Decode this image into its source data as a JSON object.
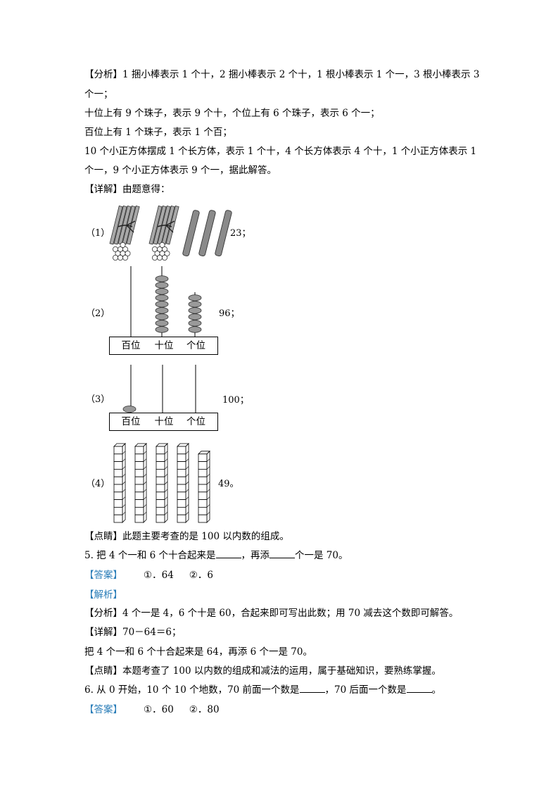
{
  "analysis1": {
    "tag": "【分析】",
    "text_1": "1 捆小棒表示 1 个十，2 捆小棒表示 2 个十，1 根小棒表示 1 个一，3 根小棒表示 3",
    "text_2": "个一；",
    "text_3": "十位上有 9 个珠子，表示 9 个十，个位上有 6 个珠子，表示 6 个一；",
    "text_4": "百位上有 1 个珠子，表示 1 个百；",
    "text_5": "10 个小正方体摆成 1 个长方体，表示 1 个十，4 个长方体表示 4 个十，1 个小正方体表示 1",
    "text_6": "个一，9 个小正方体表示 9 个一，据此解答。"
  },
  "detail1": {
    "tag": "【详解】",
    "text": "由题意得："
  },
  "figures": {
    "f1": {
      "label": "（1）",
      "result": "23；"
    },
    "f2": {
      "label": "（2）",
      "result": "96；",
      "hundreds": "百位",
      "tens": "十位",
      "ones": "个位"
    },
    "f3": {
      "label": "（3）",
      "result": "100；",
      "hundreds": "百位",
      "tens": "十位",
      "ones": "个位"
    },
    "f4": {
      "label": "（4）",
      "result": "49。"
    }
  },
  "review1": {
    "tag": "【点睛】",
    "text": "此题主要考查的是 100 以内数的组成。"
  },
  "q5": {
    "text_a": "5.  把 4 个一和 6 个十合起来是",
    "text_b": "，再添",
    "text_c": "个一是 70。",
    "answer_tag": "【答案】",
    "answer_1": "①．64",
    "answer_2": "②．6",
    "analysis_tag": "【解析】",
    "fenxi_tag": "【分析】",
    "fenxi_text": "4 个一是 4，6 个十是 60，合起来即可写出此数；用 70 减去这个数即可解答。",
    "detail_tag": "【详解】",
    "detail_text": "70－64＝6；",
    "detail_text_2": "把 4 个一和 6 个十合起来是 64，再添 6 个一是 70。",
    "review_tag": "【点睛】",
    "review_text": "本题考查了 100 以内数的组成和减法的运用，属于基础知识，要熟练掌握。"
  },
  "q6": {
    "text_a": "6.  从 0 开始，10 个 10 个地数，70 前面一个数是",
    "text_b": "，70 后面一个数是",
    "text_c": "。",
    "answer_tag": "【答案】",
    "answer_1": "①．60",
    "answer_2": "②．80"
  },
  "colors": {
    "accent_blue": "#2a7db8",
    "bead_gray": "#9a9a9a"
  }
}
